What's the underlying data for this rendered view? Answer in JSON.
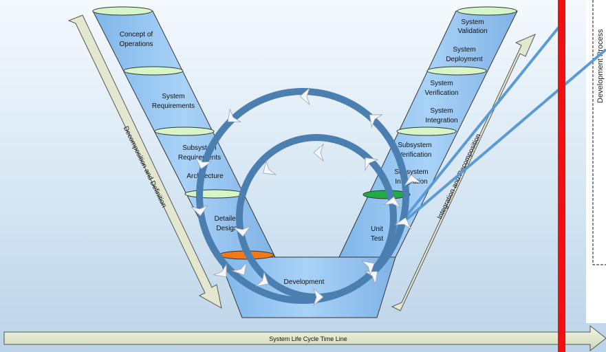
{
  "v_model": {
    "left_leg": [
      {
        "line1": "Concept of",
        "line2": "Operations"
      },
      {
        "line1": "System",
        "line2": "Requirements"
      },
      {
        "line1": "Subsystem",
        "line2": "Requirements"
      },
      {
        "line1": "Architecture",
        "line2": ""
      },
      {
        "line1": "Detailed",
        "line2": "Design"
      }
    ],
    "right_leg": [
      {
        "line1": "System",
        "line2": "Validation"
      },
      {
        "line1": "System",
        "line2": "Deployment"
      },
      {
        "line1": "System",
        "line2": "Verification"
      },
      {
        "line1": "System",
        "line2": "Integration"
      },
      {
        "line1": "Subsystem",
        "line2": "Verification"
      },
      {
        "line1": "Subsystem",
        "line2": "Integration"
      },
      {
        "line1": "Unit",
        "line2": "Test"
      }
    ],
    "bottom": "Development"
  },
  "arrows": {
    "left": "Decomposition and Definition",
    "right": "Integration and Recomposition",
    "timeline": "System Life Cycle Time Line"
  },
  "side_panel": {
    "label": "Development Process"
  },
  "colors": {
    "leg_fill": "#9fcaf3",
    "disk_top": "#d6f5c8",
    "orange_disk": "#f07a1a",
    "green_disk": "#22aa44",
    "loop_arrow": "#4a7fb0",
    "red_line": "#ee1111"
  }
}
